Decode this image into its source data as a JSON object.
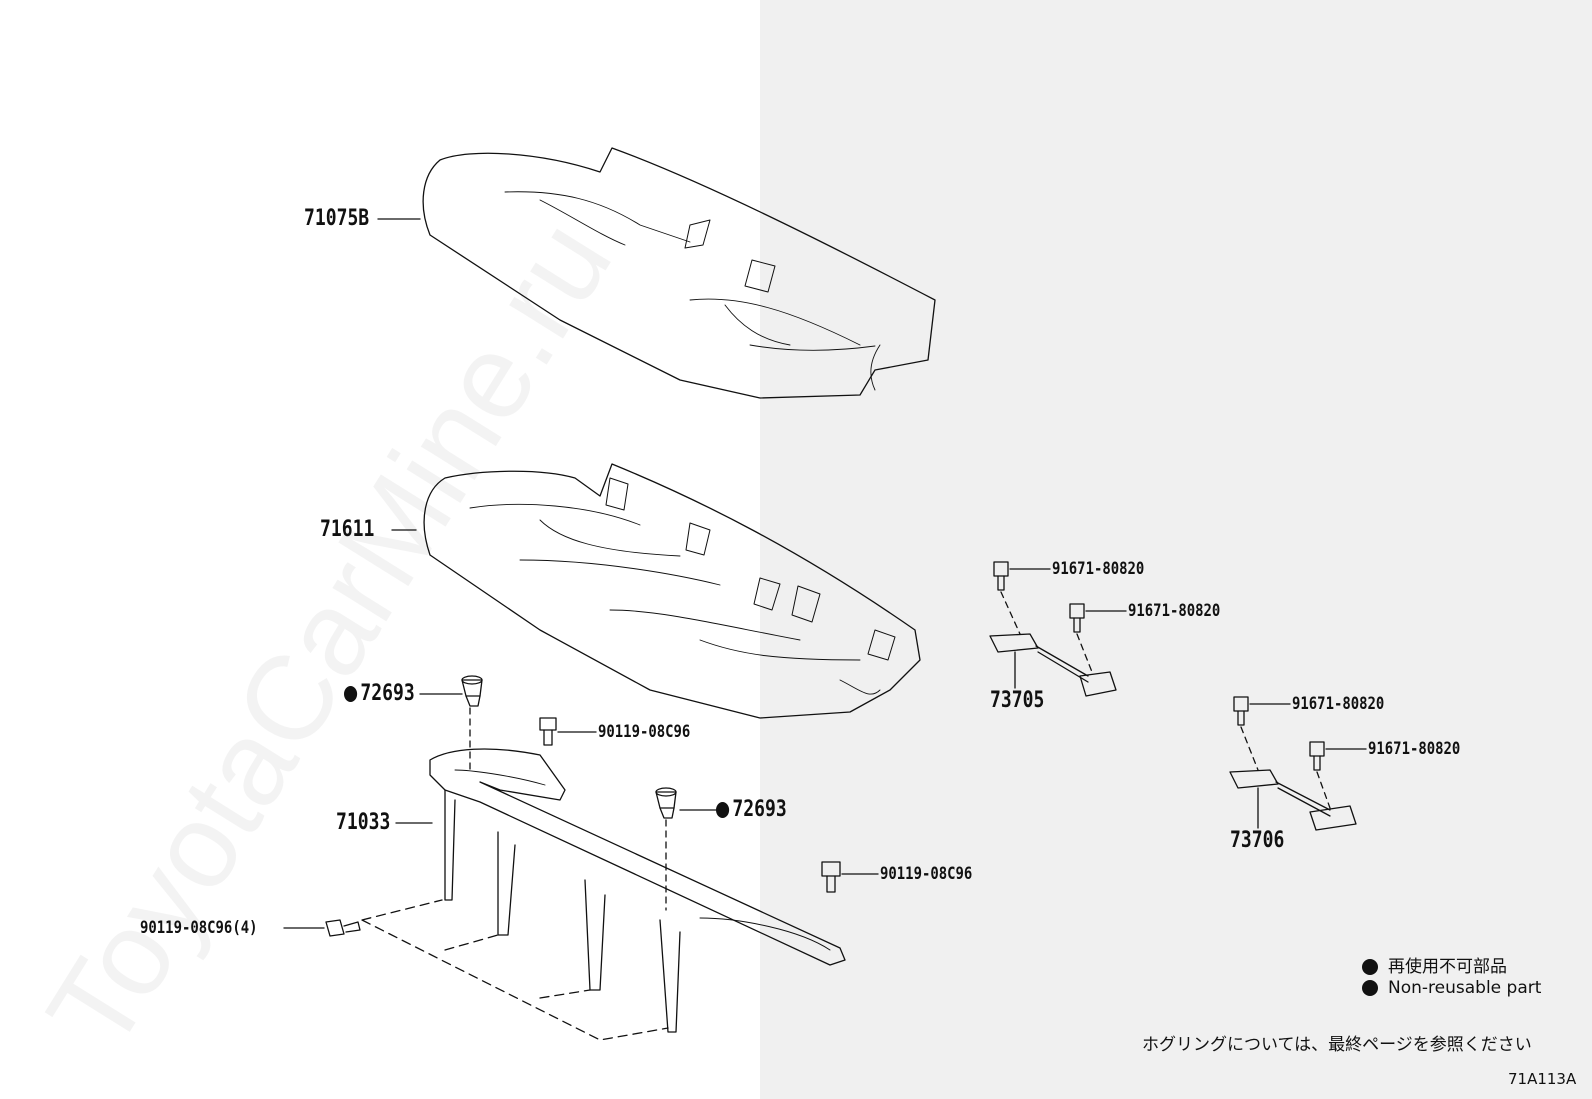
{
  "watermark": "ToyotaCarMine.ru",
  "labels": {
    "seat_back_cover": "71075B",
    "seat_cushion": "71611",
    "clip_left": "72693",
    "clip_center": "72693",
    "bolt_frame_top": "90119-08C96",
    "bolt_frame_right": "90119-08C96",
    "bolt_frame_left": "90119-08C96(4)",
    "frame": "71033",
    "bolt_73705_a": "91671-80820",
    "bolt_73705_b": "91671-80820",
    "hook_left": "73705",
    "bolt_73706_a": "91671-80820",
    "bolt_73706_b": "91671-80820",
    "hook_right": "73706"
  },
  "legend": {
    "jp": "再使用不可部品",
    "en": "Non-reusable part"
  },
  "note": "ホグリングについては、最終ページを参照ください",
  "diagram_code": "71A113A"
}
